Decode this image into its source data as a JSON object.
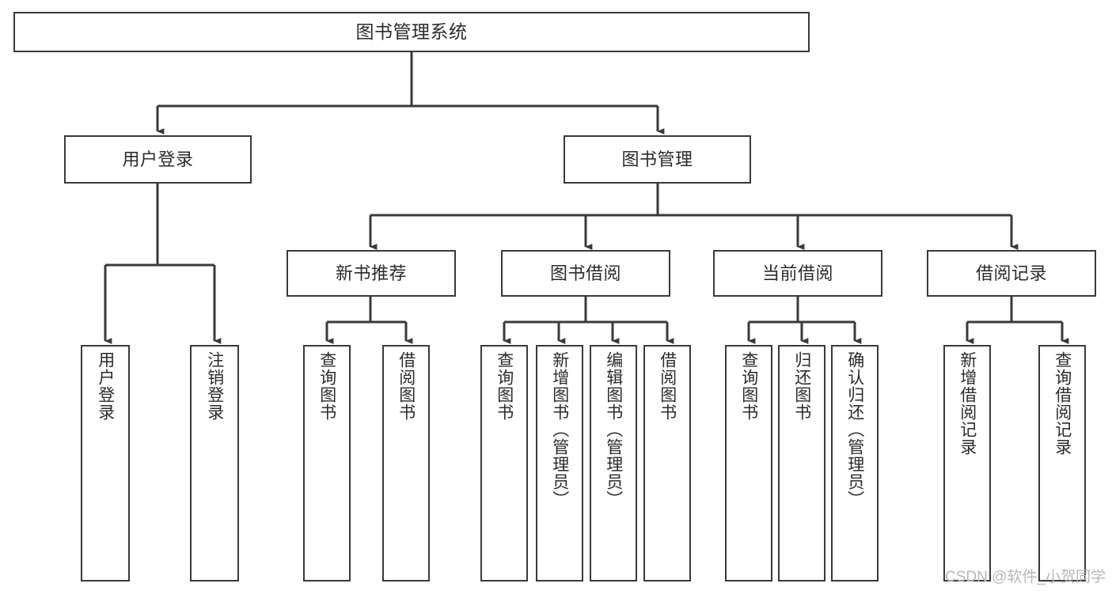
{
  "diagram": {
    "type": "tree",
    "title": "图书管理系统",
    "watermark": "CSDN @软件_小贺同学",
    "stroke_color": "#3a3a3a",
    "fill_color": "#ffffff",
    "text_color": "#2b2b2b",
    "nodes": {
      "root": "图书管理系统",
      "l1": {
        "user_login": "用户登录",
        "book_manage": "图书管理"
      },
      "l2": {
        "new_book_rec": "新书推荐",
        "book_borrow": "图书借阅",
        "current_borrow": "当前借阅",
        "borrow_record": "借阅记录"
      },
      "leaves": {
        "user_login_1": "用户登录",
        "user_login_2": "注销登录",
        "new_book_rec_1": "查询图书",
        "new_book_rec_2": "借阅图书",
        "book_borrow_1": "查询图书",
        "book_borrow_2": "新增图书（管理员）",
        "book_borrow_3": "编辑图书（管理员）",
        "book_borrow_4": "借阅图书",
        "current_borrow_1": "查询图书",
        "current_borrow_2": "归还图书",
        "current_borrow_3": "确认归还（管理员）",
        "borrow_record_1": "新增借阅记录",
        "borrow_record_2": "查询借阅记录"
      }
    }
  }
}
